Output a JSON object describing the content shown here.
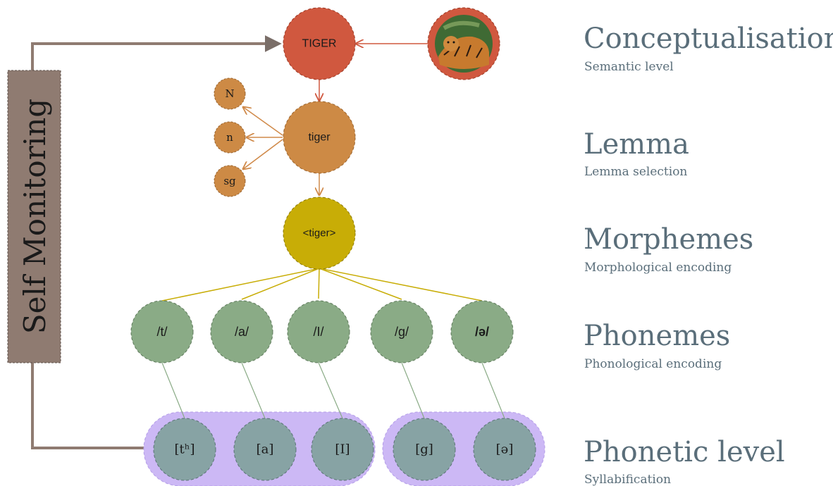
{
  "self_monitoring": {
    "label": "Self Monitoring"
  },
  "concept": {
    "label": "TIGER",
    "image": "tiger-photo"
  },
  "lemma": {
    "label": "tiger",
    "features": [
      "N",
      "n",
      "sg"
    ]
  },
  "morpheme": {
    "label": "<tiger>"
  },
  "phonemes": [
    "/t/",
    "/a/",
    "/I/",
    "/g/",
    "/ə/"
  ],
  "phones": {
    "syllable_1": [
      "[tʰ]",
      "[a]",
      "[I]"
    ],
    "syllable_2": [
      "[g]",
      "[ə]"
    ]
  },
  "levels": [
    {
      "title": "Conceptualisation",
      "subtitle": "Semantic level"
    },
    {
      "title": "Lemma",
      "subtitle": "Lemma selection"
    },
    {
      "title": "Morphemes",
      "subtitle": "Morphological encoding"
    },
    {
      "title": "Phonemes",
      "subtitle": "Phonological encoding"
    },
    {
      "title": "Phonetic level",
      "subtitle": "Syllabification"
    }
  ],
  "colors": {
    "concept": "#d0583f",
    "lemma": "#cd8a45",
    "morpheme": "#c8ad06",
    "phoneme": "#8aab86",
    "phone": "#87a3a4",
    "syllable": "#ccb8f5",
    "monitor": "#8f7b71"
  }
}
